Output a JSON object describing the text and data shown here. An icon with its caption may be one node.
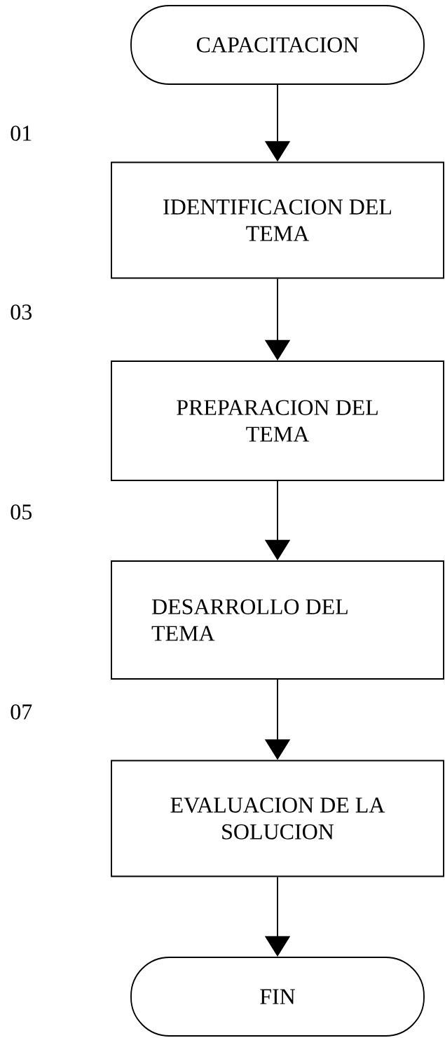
{
  "diagram": {
    "nodes": [
      {
        "text": [
          "CAPACITACION"
        ]
      },
      {
        "text": [
          "IDENTIFICACION DEL TEMA"
        ]
      },
      {
        "text": [
          "PREPARACION DEL TEMA"
        ]
      },
      {
        "text": [
          "DESARROLLO DEL TEMA"
        ]
      },
      {
        "text": [
          "EVALUACION DE LA SOLUCION"
        ]
      },
      {
        "text": [
          "FIN"
        ]
      }
    ],
    "edges": [
      {
        "from": 0,
        "to": 1,
        "arrow": "to"
      },
      {
        "from": 1,
        "to": 2,
        "arrow": "to"
      },
      {
        "from": 2,
        "to": 3,
        "arrow": "to"
      },
      {
        "from": 3,
        "to": 4,
        "arrow": "to"
      },
      {
        "from": 4,
        "to": 5,
        "arrow": "to"
      }
    ],
    "labels": [
      "01",
      "03",
      "05",
      "07"
    ]
  }
}
